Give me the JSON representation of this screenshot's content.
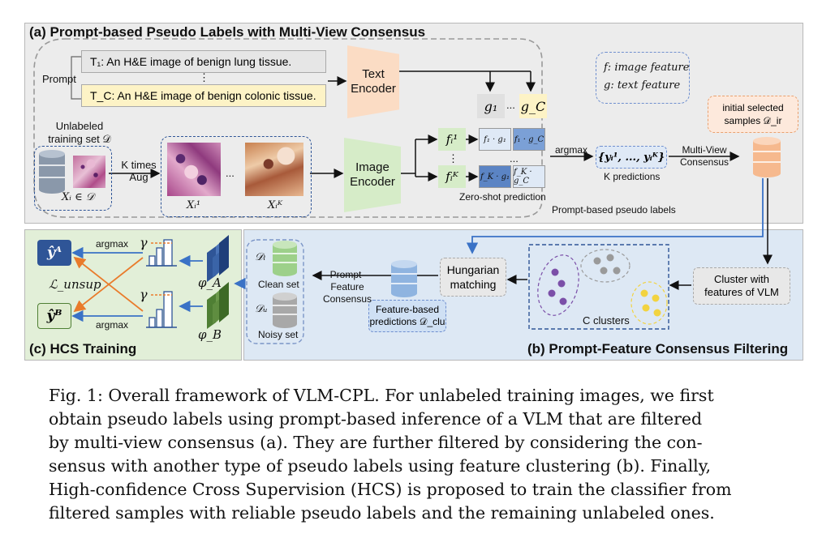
{
  "panels": {
    "a_title": "(a) Prompt-based Pseudo Labels with Multi-View Consensus",
    "b_title": "(b) Prompt-Feature Consensus Filtering",
    "c_title": "(c) HCS Training"
  },
  "prompt": {
    "label": "Prompt",
    "t1": "T₁: An H&E image of benign lung tissue.",
    "dots": "⋮",
    "tc": "T_C: An H&E image of benign colonic tissue."
  },
  "encoders": {
    "text": "Text Encoder",
    "image": "Image Encoder"
  },
  "legend": {
    "f": "f: image feature",
    "g": "g: text feature"
  },
  "unlabeled": {
    "title": "Unlabeled training set 𝒟",
    "xi": "Xᵢ ∈ 𝒟",
    "aug": "K times Aug",
    "xi1": "Xᵢ¹",
    "xik": "Xᵢᴷ",
    "ellipsis": "..."
  },
  "features": {
    "fi1": "fᵢ¹",
    "fik": "fᵢᴷ",
    "vdots": "⋮",
    "g1": "g₁",
    "gc": "g_C",
    "hdots": "...",
    "t11": "f₁ · g₁",
    "t1c": "f₁ · g_C",
    "tk1": "f_K · g₁",
    "tkc": "f_K · g_C",
    "zero_shot": "Zero-shot prediction"
  },
  "predictions": {
    "argmax": "argmax",
    "set": "{yᵢ¹, ..., yᵢᴷ}",
    "k_pred": "K predictions",
    "mvc": "Multi-View Consensus",
    "initial": "initial selected samples 𝒟_ir",
    "pbpl": "Prompt-based pseudo labels"
  },
  "filtering": {
    "cluster": "Cluster with features of VLM",
    "c_clusters": "C clusters",
    "hungarian": "Hungarian matching",
    "feature_pred": "Feature-based predictions 𝒟_clu",
    "pfc": "Prompt-Feature Consensus",
    "clean_sym": "𝒟ₗ",
    "clean": "Clean set",
    "noisy_sym": "𝒟ᵤ",
    "noisy": "Noisy set"
  },
  "hcs": {
    "ya": "ŷᴬ",
    "yb": "ŷᴮ",
    "argmax_top": "argmax",
    "argmax_bot": "argmax",
    "loss": "ℒ_unsup",
    "gamma_top": "γ",
    "gamma_bot": "γ",
    "phi_a": "φ_A",
    "phi_b": "φ_B"
  },
  "caption": [
    "Fig. 1: Overall framework of VLM-CPL. For unlabeled training images, we first",
    "obtain pseudo labels using prompt-based inference of a VLM that are filtered",
    "by multi-view consensus (a). They are further filtered by considering the con-",
    "sensus with another type of pseudo labels using feature clustering (b). Finally,",
    "High-confidence Cross Supervision (HCS) is proposed to train the classifier from",
    "filtered samples with reliable pseudo labels and the remaining unlabeled ones."
  ],
  "colors": {
    "panel_a": "#ececec",
    "panel_b": "#dde8f4",
    "panel_c": "#e2efd8",
    "text_encoder": "#fbdcc4",
    "image_encoder": "#d6ecc8",
    "db_blue": "#8fb4e0",
    "db_orange": "#f6b98e",
    "db_green": "#9dd08a",
    "db_gray": "#a8a8a8",
    "arrow_orange": "#e97b2b",
    "arrow_blue": "#3a72c6",
    "cluster_purple": "#7b4fa8",
    "cluster_gray": "#9a9a9a",
    "cluster_yellow": "#f2d340"
  }
}
